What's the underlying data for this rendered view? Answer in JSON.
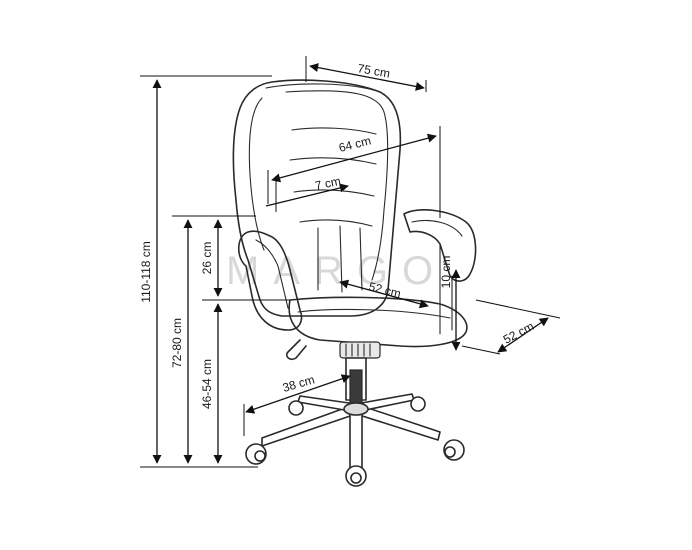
{
  "watermark": {
    "text": "MARGO"
  },
  "dimensions": {
    "total_height": "110-118 cm",
    "armrest_height": "72-80 cm",
    "seat_height": "46-54 cm",
    "armrest_above_seat": "26 cm",
    "total_width": "75 cm",
    "backrest_width": "64 cm",
    "backrest_depth": "7 cm",
    "seat_width": "52 cm",
    "seat_depth": "52 cm",
    "armrest_thickness": "10 cm",
    "base_radius": "38 cm"
  }
}
